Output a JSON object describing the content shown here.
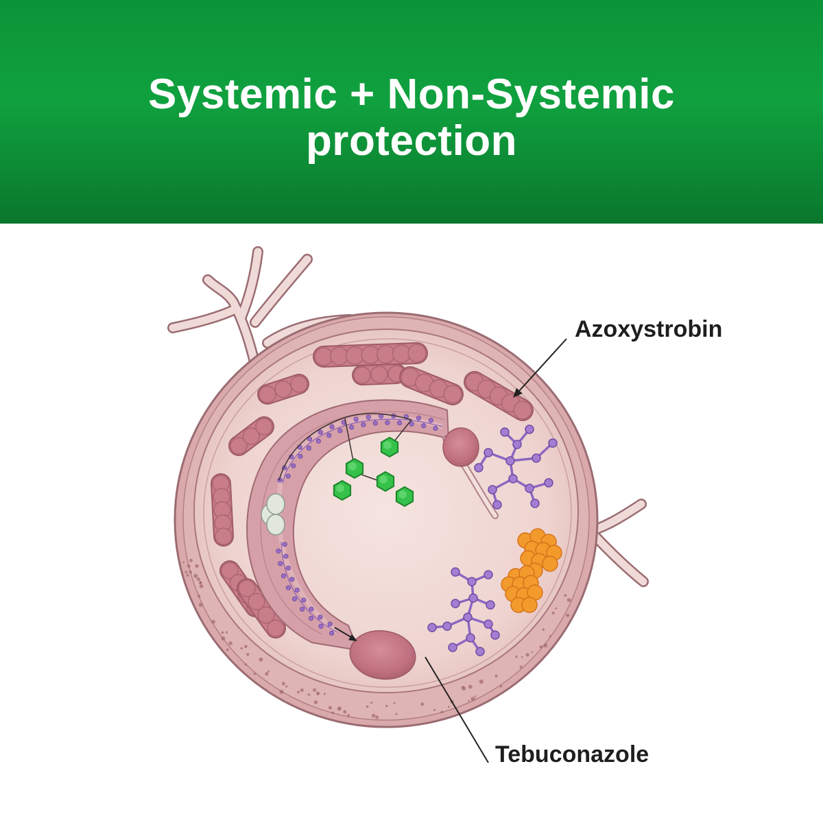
{
  "header": {
    "title_line1": "Systemic + Non-Systemic",
    "title_line2": "protection"
  },
  "labels": {
    "azoxystrobin": "Azoxystrobin",
    "tebuconazole": "Tebuconazole"
  },
  "colors": {
    "header_green_top": "#0c9438",
    "header_green_mid": "#10a13f",
    "header_green_bottom": "#0a772c",
    "title_text": "#ffffff",
    "label_text": "#1e1e1e",
    "cell_membrane": "#d9a9ab",
    "organelle": "#c97d88",
    "molecule_purple": "#9a6dc4",
    "molecule_green": "#36c24a",
    "cluster_orange": "#f39a2c"
  }
}
